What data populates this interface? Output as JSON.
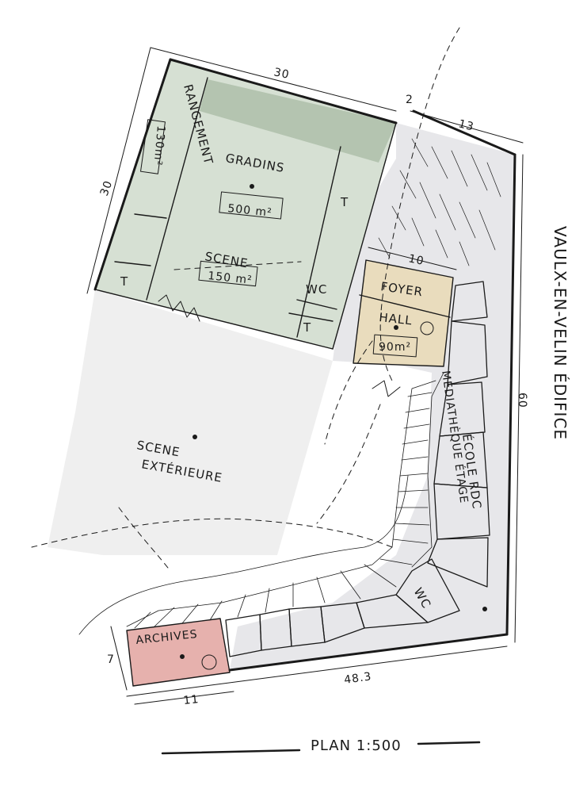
{
  "labels": {
    "rangement": "RANGEMENT",
    "rangement_area": "130m²",
    "gradins": "GRADINS",
    "gradins_area": "500 m²",
    "scene": "SCENE",
    "scene_area": "150 m²",
    "t": "T",
    "wc": "WC",
    "foyer": "FOYER",
    "hall": "HALL",
    "hall_area": "90m²",
    "mediatheque": "MÉDIATHÈQUE ÉTAGE",
    "ecole": "ÉCOLE RDC",
    "wc2": "WC",
    "scene_ext_1": "SCENE",
    "scene_ext_2": "EXTÉRIEURE",
    "archives": "ARCHIVES",
    "city": "VAULX-EN-VELIN ÉDIFICE",
    "plan_title": "PLAN 1:500"
  },
  "dimensions": {
    "top": "30",
    "left": "30",
    "gap": "2",
    "right_top": "13",
    "right_side": "60",
    "foyer_width": "10",
    "bottom": "48.3",
    "archives_width": "11",
    "archives_height": "7"
  },
  "colors": {
    "green": "#d6e0d3",
    "green_dark": "#b4c4b0",
    "grey": "#e7e7ea",
    "light_grey": "#efefef",
    "beige": "#e9dcbd",
    "blue": "#d6dde8",
    "pink": "#e6b1ad",
    "ink": "#1a1a1a"
  }
}
